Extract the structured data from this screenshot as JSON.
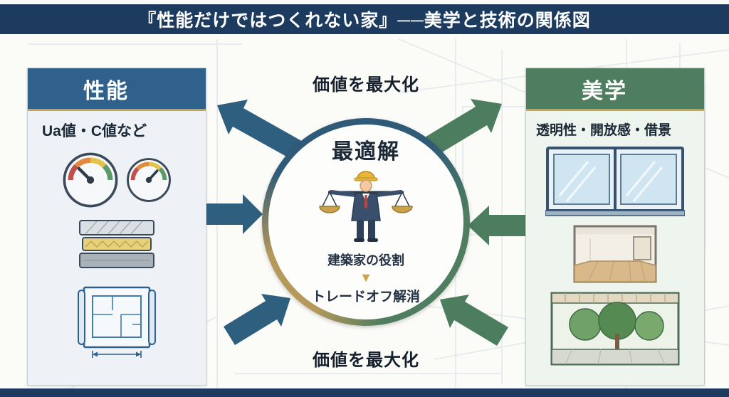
{
  "header": {
    "title": "『性能だけではつくれない家』──美学と技術の関係図"
  },
  "left_panel": {
    "title": "性能",
    "subtitle": "Ua値・C値など",
    "icons": [
      "gauge-icon",
      "gauge-icon-small",
      "insulation-icon",
      "blueprint-icon"
    ]
  },
  "right_panel": {
    "title": "美学",
    "subtitle": "透明性・開放感・借景",
    "icons": [
      "window-icon",
      "interior-icon",
      "garden-icon"
    ]
  },
  "center": {
    "title": "最適解",
    "icon": "architect-balance-icon",
    "role_label": "建築家の役割",
    "down_arrow": "▼",
    "result_label": "トレードオフ解消"
  },
  "labels": {
    "top": "価値を最大化",
    "bottom": "価値を最大化"
  },
  "colors": {
    "header_navy": "#1d3a5f",
    "panel_blue": "#2f618c",
    "panel_green": "#4e7d5f",
    "arrow_blue": "#2f5f7e",
    "arrow_green": "#4c7d5e",
    "accent_gold": "#c9a24b"
  }
}
